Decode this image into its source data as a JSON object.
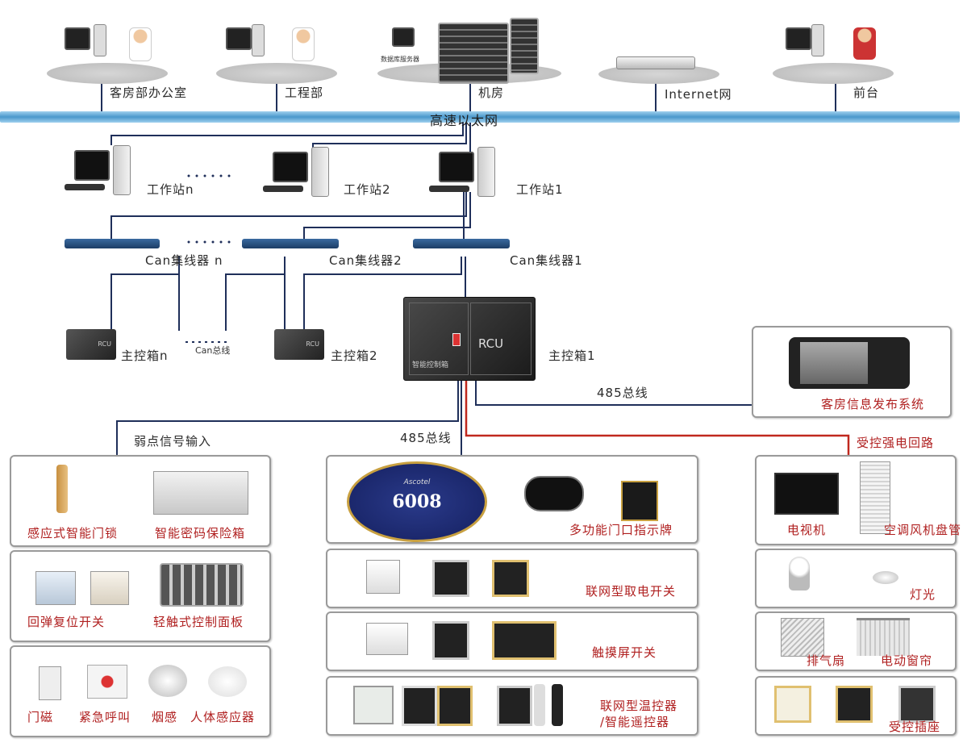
{
  "network": {
    "backbone": "高速以太网",
    "top_nodes": [
      {
        "label": "客房部办公室",
        "icon": "pc-with-staff-icon"
      },
      {
        "label": "工程部",
        "icon": "pc-with-staff-icon"
      },
      {
        "label": "机房",
        "icon": "server-rack-icon",
        "server_caption": "数据库服务器"
      },
      {
        "label": "Internet网",
        "icon": "router-icon"
      },
      {
        "label": "前台",
        "icon": "pc-with-receptionist-icon"
      }
    ]
  },
  "workstations": [
    {
      "label": "工作站n"
    },
    {
      "label": "工作站2"
    },
    {
      "label": "工作站1"
    }
  ],
  "dots": "......",
  "hubs": [
    {
      "label": "Can集线器 n"
    },
    {
      "label": "Can集线器2"
    },
    {
      "label": "Can集线器1"
    }
  ],
  "controllers": [
    {
      "label": "主控箱n",
      "rcu_text": "RCU"
    },
    {
      "label": "主控箱2",
      "rcu_text": "RCU"
    },
    {
      "label": "主控箱1",
      "rcu_text": "RCU",
      "caption": "智能控制箱"
    }
  ],
  "can_bus": "Can总线",
  "bus_485_right": "485总线",
  "bus_485_center": "485总线",
  "weak_signal": "弱点信号输入",
  "strong_circuit": "受控强电回路",
  "info_system": "客房信息发布系统",
  "doorplate_number": "6008",
  "doorplate_brand": "Ascotel",
  "left_column": [
    {
      "items": [
        "感应式智能门锁",
        "智能密码保险箱"
      ]
    },
    {
      "items": [
        "回弹复位开关",
        "轻触式控制面板"
      ]
    },
    {
      "items": [
        "门磁",
        "紧急呼叫",
        "烟感",
        "人体感应器"
      ]
    }
  ],
  "center_column": [
    {
      "label": "多功能门口指示牌"
    },
    {
      "label": "联网型取电开关"
    },
    {
      "label": "触摸屏开关"
    },
    {
      "label": "联网型温控器",
      "label2": "/智能遥控器"
    }
  ],
  "right_column": [
    {
      "items": [
        "电视机",
        "空调风机盘管"
      ]
    },
    {
      "items": [
        "灯光"
      ]
    },
    {
      "items": [
        "排气扇",
        "电动窗帘"
      ]
    },
    {
      "items": [
        "受控插座"
      ]
    }
  ],
  "colors": {
    "backbone": "#5aa6d6",
    "line": "#1f2f5a",
    "power_line": "#c0281e",
    "label_red": "#b02020"
  }
}
